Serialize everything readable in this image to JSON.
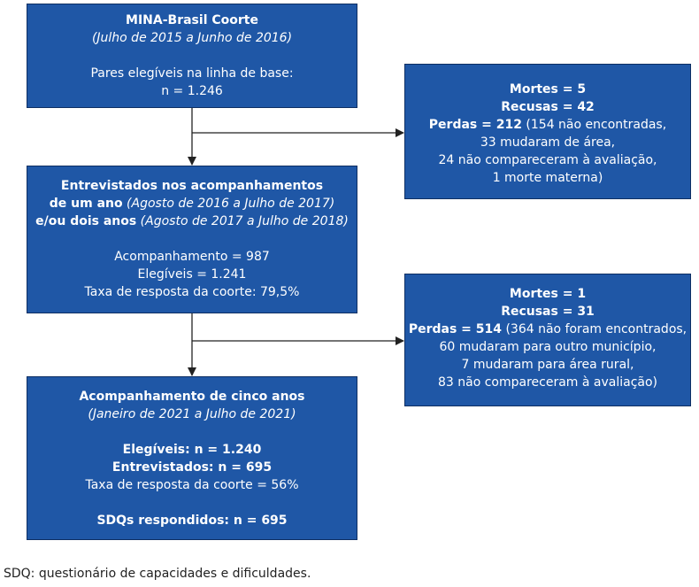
{
  "colors": {
    "box_fill": "#1f57a6",
    "box_border": "#0e2f63",
    "connector": "#222222",
    "text_on_box": "#ffffff"
  },
  "box1": {
    "title": "MINA-Brasil Coorte",
    "period": "(Julho de 2015 a Junho de 2016)",
    "line1": "Pares elegíveis na linha de base:",
    "line2": "n = 1.246"
  },
  "box2": {
    "title_1": "Entrevistados nos acompanhamentos",
    "title_2_bold": "de um ano",
    "title_2_italic": " (Agosto de 2016 a Julho de 2017)",
    "title_3_bold": "e/ou dois anos",
    "title_3_italic": " (Agosto de 2017 a Julho de 2018)",
    "followup": "Acompanhamento = 987",
    "eligible": "Elegíveis = 1.241",
    "rate": "Taxa de resposta da coorte: 79,5%"
  },
  "box3": {
    "title": "Acompanhamento de cinco anos",
    "period": "(Janeiro de 2021 a Julho de 2021)",
    "eligible": "Elegíveis: n = 1.240",
    "interviewed": "Entrevistados: n = 695",
    "rate": "Taxa de resposta da coorte = 56%",
    "sdq": "SDQs respondidos: n = 695"
  },
  "side1": {
    "deaths": "Mortes = 5",
    "refusals": "Recusas = 42",
    "losses_bold": "Perdas = 212",
    "losses_rest": " (154 não encontradas,",
    "detail_1": "33 mudaram de área,",
    "detail_2": "24 não compareceram à avaliação,",
    "detail_3": "1 morte materna)"
  },
  "side2": {
    "deaths": "Mortes = 1",
    "refusals": "Recusas = 31",
    "losses_bold": "Perdas = 514",
    "losses_rest": " (364 não foram encontrados,",
    "detail_1": "60 mudaram para outro município,",
    "detail_2": "7 mudaram para área rural,",
    "detail_3": "83 não compareceram à avaliação)"
  },
  "footnote": "SDQ: questionário de capacidades e dificuldades."
}
